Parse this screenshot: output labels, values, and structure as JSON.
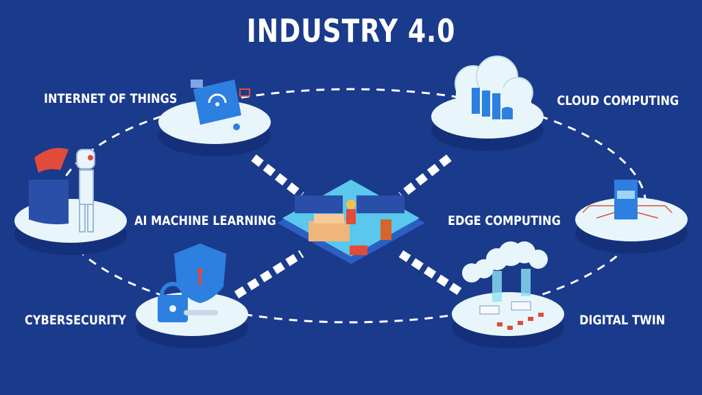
{
  "title": "INDUSTRY 4.0",
  "nodes": {
    "iot": {
      "label": "INTERNET OF THINGS"
    },
    "ai": {
      "label": "AI MACHINE LEARNING"
    },
    "cyber": {
      "label": "CYBERSECURITY"
    },
    "cloud": {
      "label": "CLOUD COMPUTING"
    },
    "edge": {
      "label": "EDGE COMPUTING"
    },
    "twin": {
      "label": "DIGITAL TWIN"
    }
  },
  "colors": {
    "background": "#1a3a8c",
    "platform": "#e8f6fb",
    "platform_shadow": "#15307a",
    "accent_blue": "#2d7fe0",
    "accent_red": "#e04b3a",
    "center_floor": "#59c8ec"
  }
}
